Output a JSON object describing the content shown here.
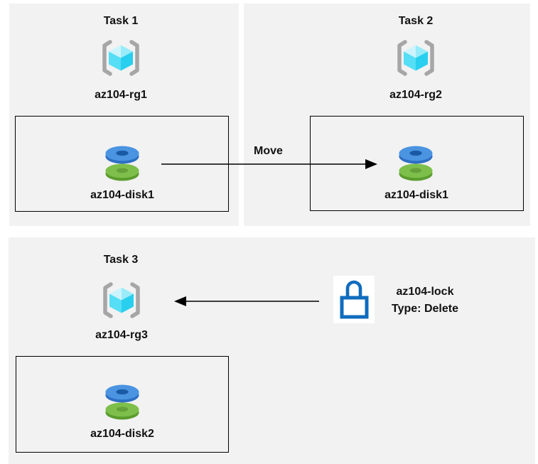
{
  "diagram": {
    "tasks": [
      {
        "title": "Task 1",
        "resource_group": "az104-rg1",
        "disk": "az104-disk1"
      },
      {
        "title": "Task 2",
        "resource_group": "az104-rg2",
        "disk": "az104-disk1"
      },
      {
        "title": "Task 3",
        "resource_group": "az104-rg3",
        "disk": "az104-disk2"
      }
    ],
    "move_arrow_label": "Move",
    "lock": {
      "name": "az104-lock",
      "type": "Type: Delete"
    }
  },
  "icons": {
    "resource_group": "azure-resource-group-icon",
    "disk": "azure-managed-disk-icon",
    "lock": "delete-lock-icon",
    "move_arrow": "right-arrow",
    "lock_arrow": "left-arrow"
  },
  "colors": {
    "panel_bg": "#f2f2f2",
    "box_border": "#000000",
    "text": "#111111",
    "bracket_gray": "#a6a6a6",
    "cube_light": "#cdf4fd",
    "cube_mid_light": "#99ecfa",
    "cube_mid": "#55def5",
    "cube_dark": "#29cfee",
    "disk_blue_top": "#4a94e1",
    "disk_blue_side": "#2d6fc4",
    "disk_blue_hole": "#1a5aa5",
    "disk_green_top": "#7dbf4a",
    "disk_green_side": "#5b9c2e",
    "disk_green_hole": "#66a03a",
    "lock_blue": "#0f6cbd",
    "arrow_black": "#000000"
  }
}
